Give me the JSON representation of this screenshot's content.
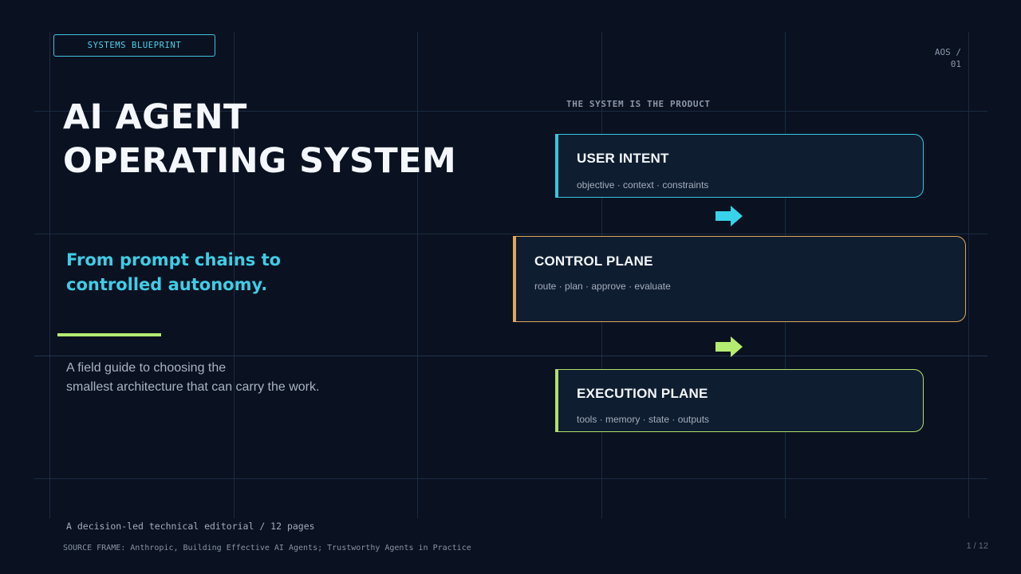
{
  "header": {
    "tag": "SYSTEMS BLUEPRINT",
    "page_code_line1": "AOS /",
    "page_code_line2": "01"
  },
  "title": {
    "line1": "AI AGENT",
    "line2": "OPERATING SYSTEM"
  },
  "subtitle": {
    "line1": "From prompt chains to",
    "line2": "controlled autonomy."
  },
  "lede": {
    "line1": "A field guide to choosing the",
    "line2": "smallest architecture that can carry the work."
  },
  "footer": {
    "note": "A decision-led technical editorial / 12 pages",
    "source": "SOURCE FRAME: Anthropic, Building Effective AI Agents; Trustworthy Agents in Practice",
    "pager": "1 / 12"
  },
  "diagram": {
    "label": "THE SYSTEM IS THE PRODUCT",
    "layers": [
      {
        "title": "USER INTENT",
        "subtitle": "objective · context · constraints",
        "color": "#37c6e2"
      },
      {
        "title": "CONTROL PLANE",
        "subtitle": "route · plan · approve · evaluate",
        "color": "#e0a65c"
      },
      {
        "title": "EXECUTION PLANE",
        "subtitle": "tools · memory · state · outputs",
        "color": "#b0e06b"
      }
    ],
    "arrow_colors": [
      "#37d3ea",
      "#b4ec72"
    ]
  },
  "icons": {
    "arrows": [
      "arrow-right-icon",
      "arrow-right-icon"
    ]
  }
}
